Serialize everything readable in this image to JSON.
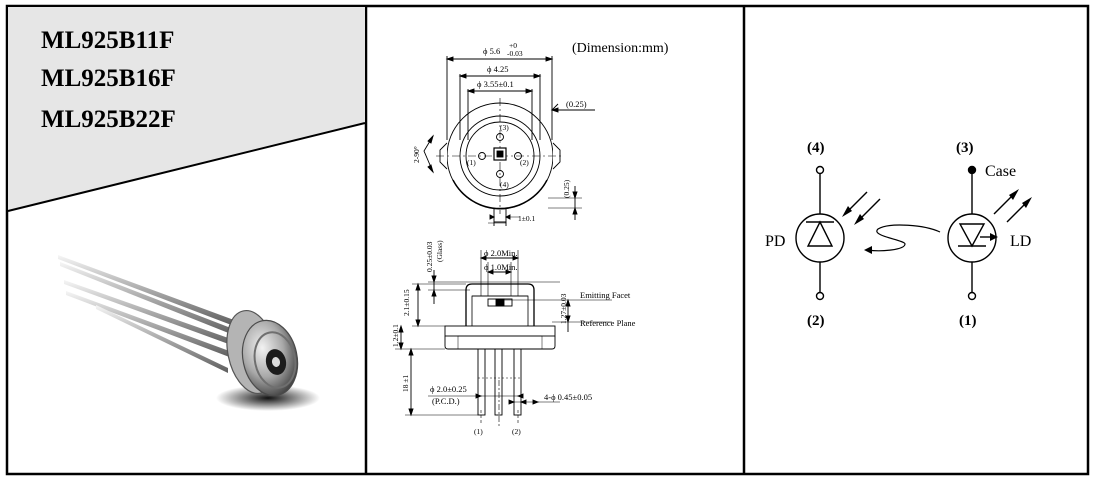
{
  "models": [
    "ML925B11F",
    "ML925B16F",
    "ML925B22F"
  ],
  "dimension_note": "(Dimension:mm)",
  "top_view": {
    "dia_outer": "ϕ 5.6",
    "dia_outer_tol_top": "+0",
    "dia_outer_tol_bot": "-0.03",
    "dia_mid": "ϕ 4.25",
    "dia_inner": "ϕ 3.55±0.1",
    "offset_right": "(0.25)",
    "angle": "2-90°",
    "pin_labels": [
      "(3)",
      "(1)",
      "(2)",
      "(4)"
    ],
    "tab_height": "(0.25)",
    "tab_width": "1±0.1"
  },
  "side_view": {
    "glass": "0.25±0.03",
    "glass_note": "(Glass)",
    "window_dia1": "ϕ 2.0Min.",
    "window_dia2": "ϕ 1.0Min.",
    "cap_height": "2.1±0.15",
    "emitting_facet": "Emitting  Facet",
    "ref_height": "1.27±0.03",
    "reference_plane": "Reference  Plane",
    "flange": "1.2±0.1",
    "lead_length": "18 ±1",
    "pcd": "ϕ 2.0±0.25",
    "pcd_note": "(P.C.D.)",
    "lead_dia": "4-ϕ 0.45±0.05",
    "pin_labels": [
      "(1)",
      "(2)"
    ]
  },
  "schematic": {
    "pd_label": "PD",
    "ld_label": "LD",
    "case_label": "Case",
    "pd_top_pin": "(4)",
    "pd_bottom_pin": "(2)",
    "ld_top_pin": "(3)",
    "ld_bottom_pin": "(1)"
  }
}
